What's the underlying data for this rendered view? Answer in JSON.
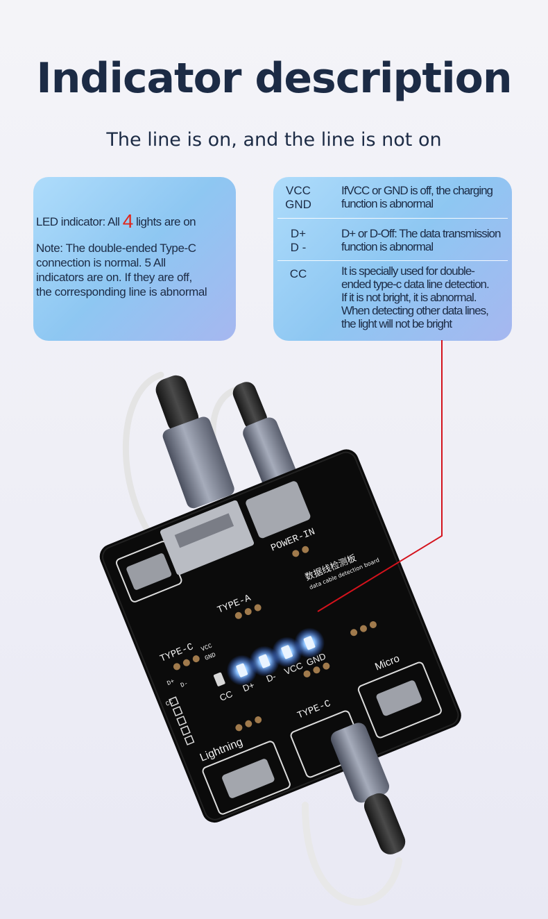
{
  "header": {
    "title": "Indicator description",
    "subtitle": "The line is on, and the line is not on"
  },
  "left_card": {
    "led_prefix": "LED indicator: All ",
    "led_count": "4",
    "led_suffix": " lights are on",
    "note_lines": [
      "Note: The double-ended Type-C",
      "connection is normal. 5 All",
      "indicators are on. If they are off,",
      "the corresponding line is abnormal"
    ]
  },
  "right_card": {
    "rows": [
      {
        "keys": [
          "VCC",
          "GND"
        ],
        "desc": [
          "IfVCC or GND is off, the charging",
          "function is abnormal"
        ]
      },
      {
        "keys": [
          "D+",
          "D -"
        ],
        "desc": [
          "D+ or D-Off: The data transmission",
          "function is abnormal"
        ]
      },
      {
        "keys": [
          "CC"
        ],
        "desc": [
          "It is specially used for double-",
          "ended type-c data line detection.",
          "If it is not bright, it is abnormal.",
          "When detecting other data lines,",
          "the light will not be bright"
        ]
      }
    ]
  },
  "board": {
    "labels": {
      "power_in": "POWER-IN",
      "type_a": "TYPE-A",
      "type_c_left": "TYPE-C",
      "type_c_bottom": "TYPE-C",
      "micro": "Micro",
      "lightning": "Lightning",
      "chinese_name": "数据线检测板",
      "english_name": "data cable detection board"
    },
    "led_labels": [
      "CC",
      "D+",
      "D-",
      "VCC",
      "GND"
    ],
    "pin_labels": {
      "vcc": "VCC",
      "gnd": "GND",
      "dplus": "D+",
      "dminus": "D-",
      "cc": "CC"
    },
    "colors": {
      "pcb": "#0b0b0b",
      "led_glow": "#5aa8ff",
      "pointer_line": "#d4121c",
      "pad": "#a07a4c"
    }
  }
}
